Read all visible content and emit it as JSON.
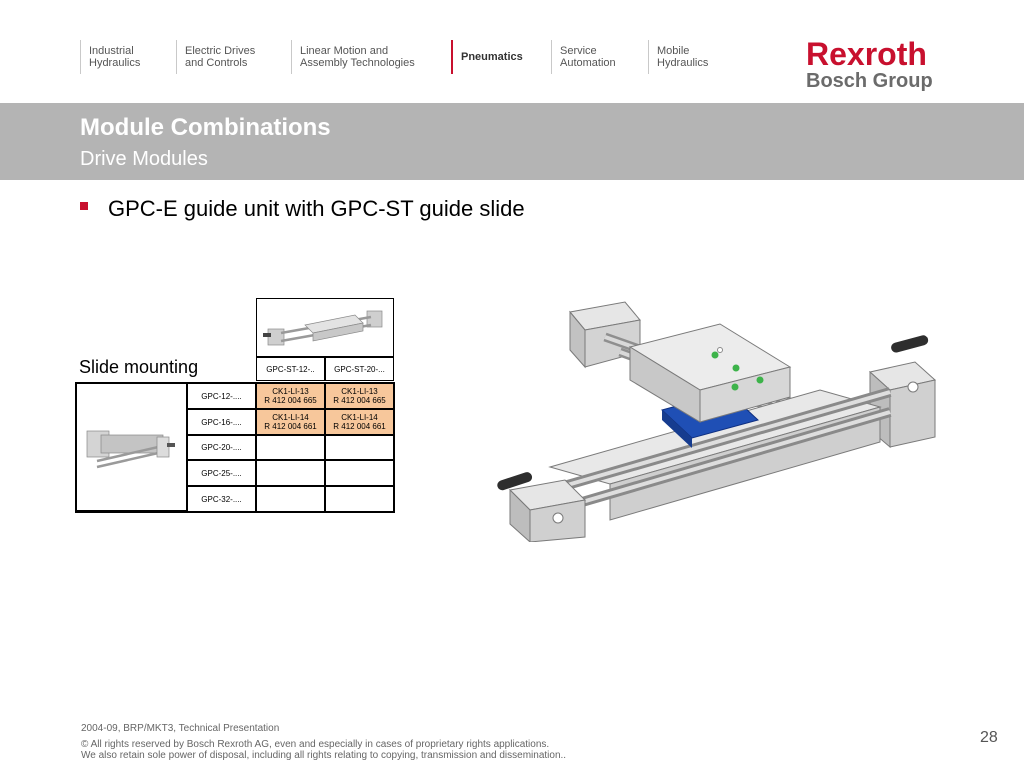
{
  "nav": [
    {
      "line1": "Industrial",
      "line2": "Hydraulics"
    },
    {
      "line1": "Electric Drives",
      "line2": "and Controls"
    },
    {
      "line1": "Linear Motion and",
      "line2": "Assembly Technologies"
    },
    {
      "line1": "Pneumatics",
      "line2": ""
    },
    {
      "line1": "Service",
      "line2": "Automation"
    },
    {
      "line1": "Mobile",
      "line2": "Hydraulics"
    }
  ],
  "logo": {
    "brand": "Rexroth",
    "sub": "Bosch Group"
  },
  "header": {
    "title": "Module Combinations",
    "subtitle": "Drive Modules"
  },
  "bullet": "GPC-E guide unit with GPC-ST guide slide",
  "slide_mounting": "Slide mounting",
  "table": {
    "columns": [
      "GPC-ST-12-..",
      "GPC-ST-20-..."
    ],
    "rows": [
      {
        "label": "GPC-12-....",
        "cells": [
          [
            "CK1-LI-13",
            "R 412 004 665"
          ],
          [
            "CK1-LI-13",
            "R 412 004 665"
          ]
        ]
      },
      {
        "label": "GPC-16-....",
        "cells": [
          [
            "CK1-LI-14",
            "R 412 004 661"
          ],
          [
            "CK1-LI-14",
            "R 412 004 661"
          ]
        ]
      },
      {
        "label": "GPC-20-....",
        "cells": [
          [
            "",
            ""
          ],
          [
            "",
            ""
          ]
        ]
      },
      {
        "label": "GPC-25-....",
        "cells": [
          [
            "",
            ""
          ],
          [
            "",
            ""
          ]
        ]
      },
      {
        "label": "GPC-32-....",
        "cells": [
          [
            "",
            ""
          ],
          [
            "",
            ""
          ]
        ]
      }
    ]
  },
  "colors": {
    "accent": "#c8102e",
    "bar": "#b4b4b4",
    "highlight": "#f7c79b",
    "slide_blue": "#1f4fb5"
  },
  "footer": {
    "line1": "2004-09, BRP/MKT3, Technical Presentation",
    "line2": "© All rights reserved by Bosch Rexroth AG, even and especially in cases of proprietary rights applications.",
    "line3": "We also retain sole power of disposal, including all rights relating to copying, transmission and dissemination..",
    "page": "28"
  }
}
